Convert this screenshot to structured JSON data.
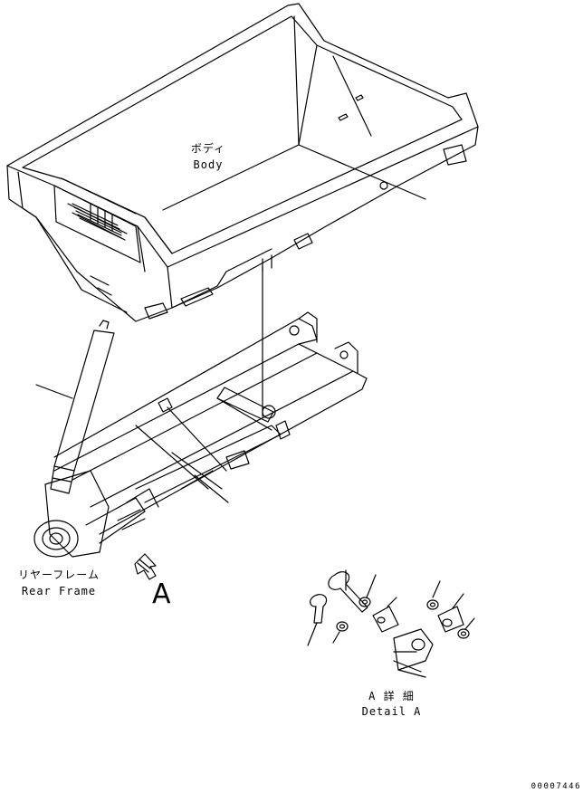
{
  "labels": {
    "body_jp": "ボディ",
    "body_en": "Body",
    "rear_frame_jp": "リヤーフレーム",
    "rear_frame_en": "Rear Frame",
    "view_letter": "A",
    "detail_jp": "A 詳 細",
    "detail_en": "Detail A",
    "drawing_number": "00007446"
  },
  "colors": {
    "line": "#000000",
    "background": "#ffffff"
  }
}
